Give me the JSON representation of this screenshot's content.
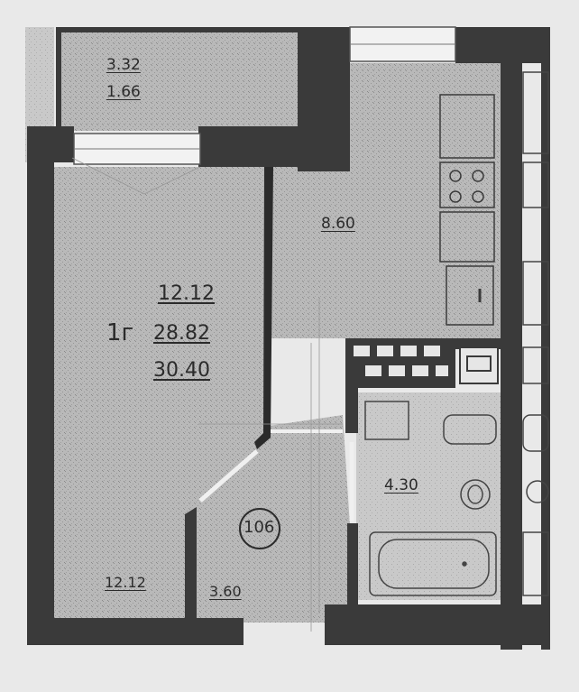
{
  "plan": {
    "balcony": {
      "area_1": "3.32",
      "area_2": "1.66"
    },
    "kitchen_area": "8.60",
    "room": {
      "living": "12.12",
      "total": "28.82",
      "total_with_balcony": "30.40"
    },
    "apartment_type": "1г",
    "bathroom_area": "4.30",
    "room_corner_area": "12.12",
    "hall_area": "3.60",
    "apartment_number": "106",
    "colors": {
      "wall": "#3a3a3a",
      "floor": "#b8b8b8",
      "background": "#e9e9e9",
      "line": "#2b2b2b"
    }
  }
}
